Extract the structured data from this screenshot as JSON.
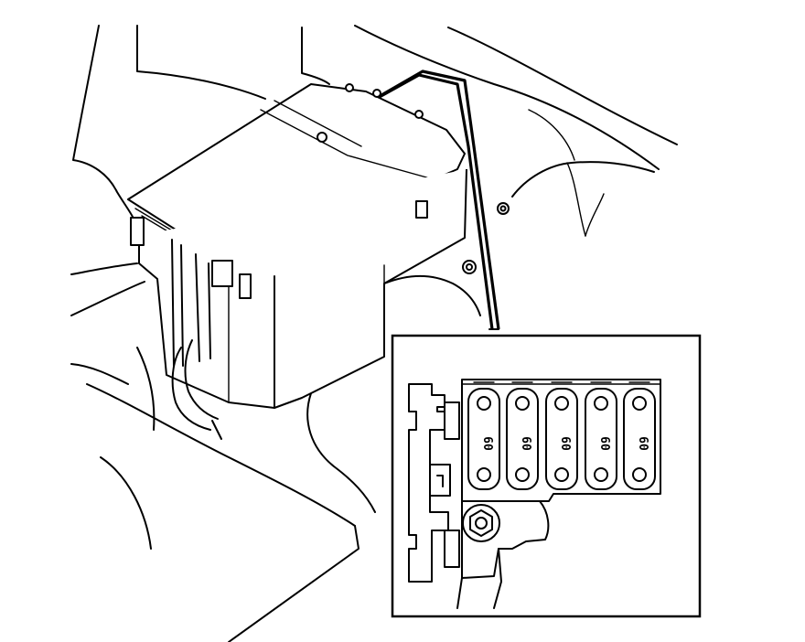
{
  "diagram": {
    "fuses": [
      {
        "rating": "60"
      },
      {
        "rating": "60"
      },
      {
        "rating": "60"
      },
      {
        "rating": "60"
      },
      {
        "rating": "60"
      }
    ]
  }
}
